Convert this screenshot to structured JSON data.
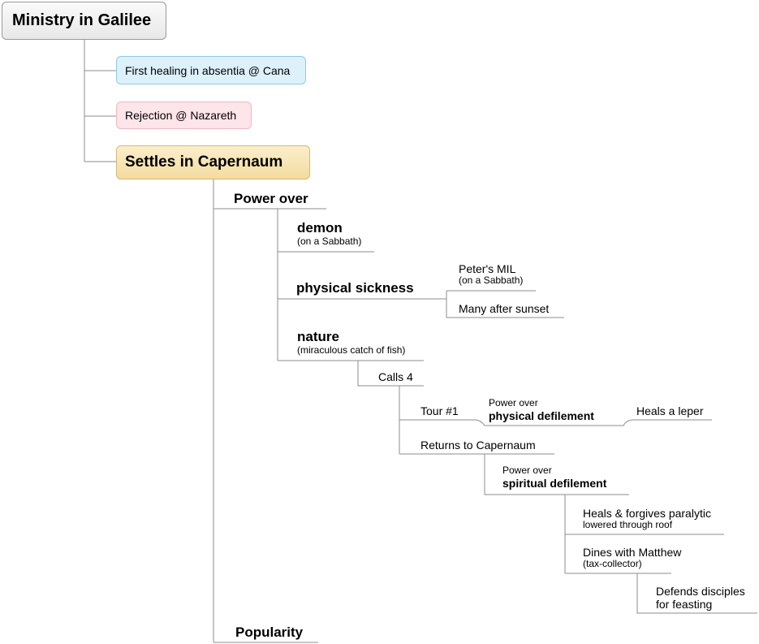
{
  "root": "Ministry in Galilee",
  "cana": "First healing in absentia @ Cana",
  "nazareth": "Rejection @ Nazareth",
  "capernaum": "Settles in Capernaum",
  "power_over": "Power over",
  "demon": {
    "title": "demon",
    "note": "(on a Sabbath)"
  },
  "physical_sickness": "physical sickness",
  "peters_mil": {
    "title": "Peter's MIL",
    "note": "(on a Sabbath)"
  },
  "many_after_sunset": "Many after sunset",
  "nature": {
    "title": "nature",
    "note": "(miraculous catch of fish)"
  },
  "calls4": "Calls 4",
  "tour1": "Tour #1",
  "physical_defilement": {
    "pre": "Power over",
    "title": "physical defilement"
  },
  "heals_leper": "Heals a leper",
  "returns": "Returns to Capernaum",
  "spiritual_defilement": {
    "pre": "Power over",
    "title": "spiritual defilement"
  },
  "paralytic": {
    "title": "Heals & forgives paralytic",
    "note": "lowered through roof"
  },
  "matthew": {
    "title": "Dines with Matthew",
    "note": "(tax-collector)"
  },
  "defends": {
    "line1": "Defends disciples",
    "line2": "for feasting"
  },
  "popularity": "Popularity"
}
